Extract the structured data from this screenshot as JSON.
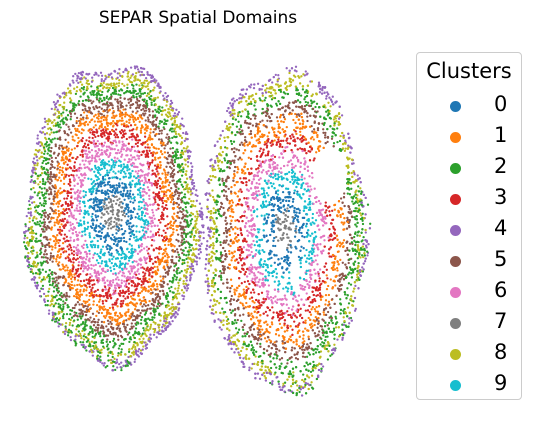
{
  "chart_data": {
    "type": "scatter",
    "title": "SEPAR Spatial Domains",
    "xlabel": "",
    "ylabel": "",
    "axes_visible": false,
    "legend": {
      "title": "Clusters",
      "placement": "right-outside"
    },
    "categories": [
      "0",
      "1",
      "2",
      "3",
      "4",
      "5",
      "6",
      "7",
      "8",
      "9"
    ],
    "colors": [
      "#1f77b4",
      "#ff7f0e",
      "#2ca02c",
      "#d62728",
      "#9467bd",
      "#8c564b",
      "#e377c2",
      "#7f7f7f",
      "#bcbd22",
      "#17becf"
    ],
    "description_note": "",
    "structure": {
      "sections": 2,
      "ring_order_outer_to_inner": [
        "4",
        "8",
        "2",
        "5",
        "1",
        "3",
        "6",
        "9",
        "0",
        "7"
      ]
    }
  }
}
